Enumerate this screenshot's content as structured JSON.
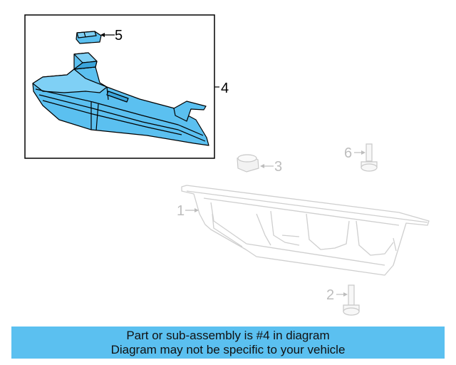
{
  "callouts": {
    "c1": "1",
    "c2": "2",
    "c3": "3",
    "c4": "4",
    "c5": "5",
    "c6": "6"
  },
  "banner": {
    "line1": "Part or sub-assembly is #4 in diagram",
    "line2": "Diagram may not be specific to your vehicle"
  },
  "colors": {
    "highlight_part": "#5bc0f0",
    "banner_background": "#5bc0f0",
    "faded_part": "#cfcfcf",
    "outline": "#000000"
  },
  "icons": {
    "filter": "filter-icon",
    "seal": "seal-icon",
    "pan": "oil-pan-icon",
    "bolt": "bolt-icon",
    "plug": "drain-plug-icon"
  }
}
